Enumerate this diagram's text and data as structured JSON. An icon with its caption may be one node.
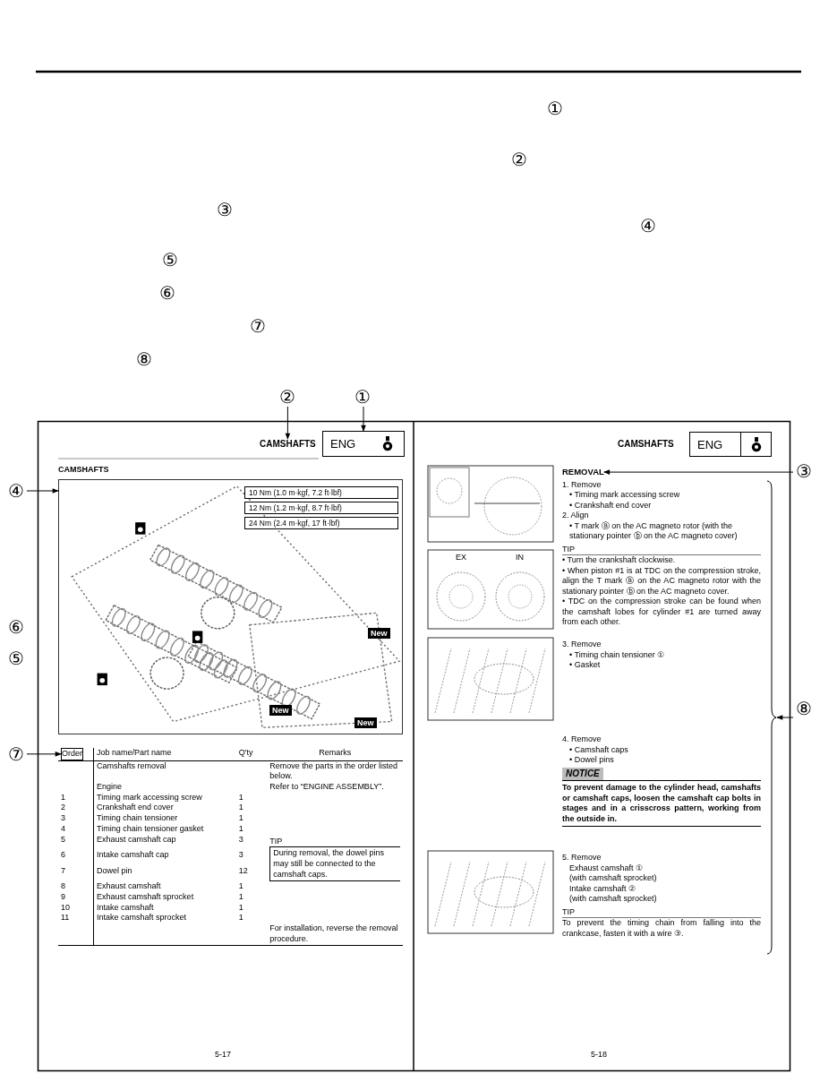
{
  "diagram": {
    "nodes": [
      {
        "text": [
          "①"
        ]
      },
      {
        "text": [
          "②"
        ]
      },
      {
        "text": [
          "③"
        ]
      },
      {
        "text": [
          "④"
        ]
      },
      {
        "text": [
          "⑤"
        ]
      },
      {
        "text": [
          "⑥"
        ]
      },
      {
        "text": [
          "⑦"
        ]
      },
      {
        "text": [
          "⑧"
        ]
      },
      {
        "text": [
          "CAMSHAFTS"
        ]
      },
      {
        "text": [
          "ENG"
        ]
      },
      {
        "text": [],
        "shape": "picture"
      },
      {
        "text": [
          "10 Nm (1.0 m·kgf, 7.2 ft·lbf)"
        ],
        "in": 10
      },
      {
        "text": [
          "12 Nm (1.2 m·kgf, 8.7 ft·lbf)"
        ],
        "in": 10
      },
      {
        "text": [
          "24 Nm (2.4 m·kgf, 17 ft·lbf)"
        ],
        "in": 10
      },
      {
        "text": [
          "New"
        ],
        "in": 10
      },
      {
        "text": [
          "New"
        ],
        "in": 10
      },
      {
        "text": [
          "New"
        ],
        "in": 10
      },
      {
        "text": [
          "Order"
        ]
      },
      {
        "text": [
          "ENG"
        ]
      },
      {
        "text": [
          "REMOVAL"
        ]
      },
      {
        "text": [],
        "shape": "bracket"
      },
      {
        "text": [
          "NOTICE"
        ]
      }
    ],
    "edges": [
      {
        "from": 0,
        "to": 9,
        "arrow": "to"
      },
      {
        "from": 1,
        "to": 8,
        "arrow": "to"
      },
      {
        "from": 2,
        "to": 19,
        "arrow": "to"
      },
      {
        "from": 3,
        "to": 10,
        "arrow": "to"
      },
      {
        "from": 6,
        "to": 17,
        "arrow": "to"
      },
      {
        "from": 7,
        "to": 20,
        "arrow": "to"
      }
    ],
    "labels": [
      "①",
      "②",
      "③",
      "④",
      "⑤",
      "⑥",
      "⑦",
      "⑧",
      "CAMSHAFTS",
      "Job name/Part name",
      "Q'ty",
      "Remarks",
      "Camshafts removal",
      "Remove the parts in the order listed below.",
      "Engine",
      "Refer to “ENGINE ASSEMBLY”.",
      "1",
      "Timing mark accessing screw",
      "1",
      "2",
      "Crankshaft end cover",
      "1",
      "3",
      "Timing chain tensioner",
      "1",
      "4",
      "Timing chain tensioner gasket",
      "1",
      "5",
      "Exhaust camshaft cap",
      "3",
      "6",
      "Intake camshaft cap",
      "3",
      "7",
      "Dowel pin",
      "12",
      "8",
      "Exhaust camshaft",
      "1",
      "9",
      "Exhaust camshaft sprocket",
      "1",
      "10",
      "Intake camshaft",
      "1",
      "11",
      "Intake camshaft sprocket",
      "1",
      "TIP",
      "During removal, the dowel pins may still be connected to the camshaft caps.",
      "For installation, reverse the removal procedure.",
      "5-17",
      "CAMSHAFTS",
      "1. Remove",
      "• Timing mark accessing screw",
      "• Crankshaft end cover",
      "2. Align",
      "• T mark ⓐ on the AC magneto rotor (with the stationary pointer ⓑ on the AC magneto cover)",
      "TIP",
      "• Turn the crankshaft clockwise.",
      "• When piston #1 is at TDC on the compression stroke, align the T mark ⓐ on the AC magneto rotor with the stationary pointer ⓑ on the AC magneto cover.",
      "• TDC on the compression stroke can be found when the camshaft lobes for cylinder #1 are turned away from each other.",
      "3. Remove",
      "• Timing chain tensioner ①",
      "• Gasket",
      "4. Remove",
      "• Camshaft caps",
      "• Dowel pins",
      "To prevent damage to the cylinder head, camshafts or camshaft caps, loosen the camshaft cap bolts in stages and in a crisscross pattern, working from the outside in.",
      "5. Remove",
      "Exhaust camshaft ①",
      "(with camshaft sprocket)",
      "Intake camshaft ②",
      "(with camshaft sprocket)",
      "TIP",
      "To prevent the timing chain from falling into the crankcase, fasten it with a wire ③.",
      "5-18",
      "EX",
      "IN"
    ]
  }
}
